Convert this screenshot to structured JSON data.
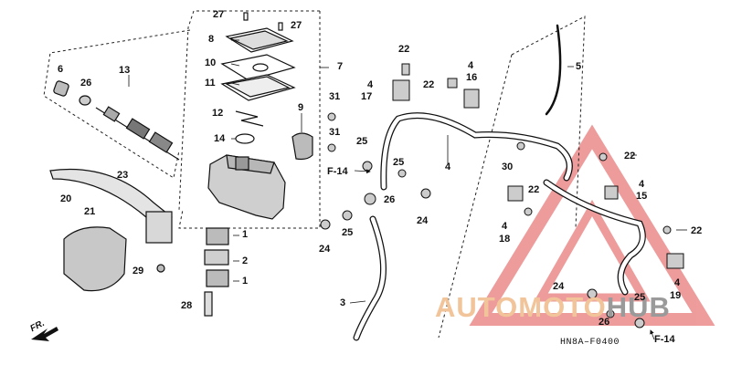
{
  "diagram_code": "HN8A–F0400",
  "watermark": {
    "part1": "AUTOMOTO",
    "part2": "HUB",
    "color_accent": "#e04b4b"
  },
  "front_indicator": "FR.",
  "callouts": {
    "c27a": "27",
    "c27b": "27",
    "c8": "8",
    "c10": "10",
    "c11": "11",
    "c12": "12",
    "c14": "14",
    "c7": "7",
    "c6": "6",
    "c26a": "26",
    "c13": "13",
    "c9": "9",
    "c31a": "31",
    "c31b": "31",
    "c23": "23",
    "c20": "20",
    "c21": "21",
    "c29": "29",
    "c28": "28",
    "c1a": "1",
    "c2": "2",
    "c1b": "1",
    "c22a": "22",
    "c4a": "4",
    "c17": "17",
    "c22b": "22",
    "c4b": "4",
    "c16": "16",
    "c5": "5",
    "c25a": "25",
    "c4c": "4",
    "c25b": "25",
    "c26b": "26",
    "c24a": "24",
    "c24b": "24",
    "c25c": "25",
    "c3": "3",
    "c30": "30",
    "c22c": "22",
    "c4d": "4",
    "c18": "18",
    "c22d": "22",
    "c4e": "4",
    "c15": "15",
    "c22e": "22",
    "c4f": "4",
    "c19": "19",
    "c24c": "24",
    "c26c": "26",
    "c25d": "25"
  },
  "frefs": {
    "f14a": "F-14",
    "f14b": "F-14"
  }
}
